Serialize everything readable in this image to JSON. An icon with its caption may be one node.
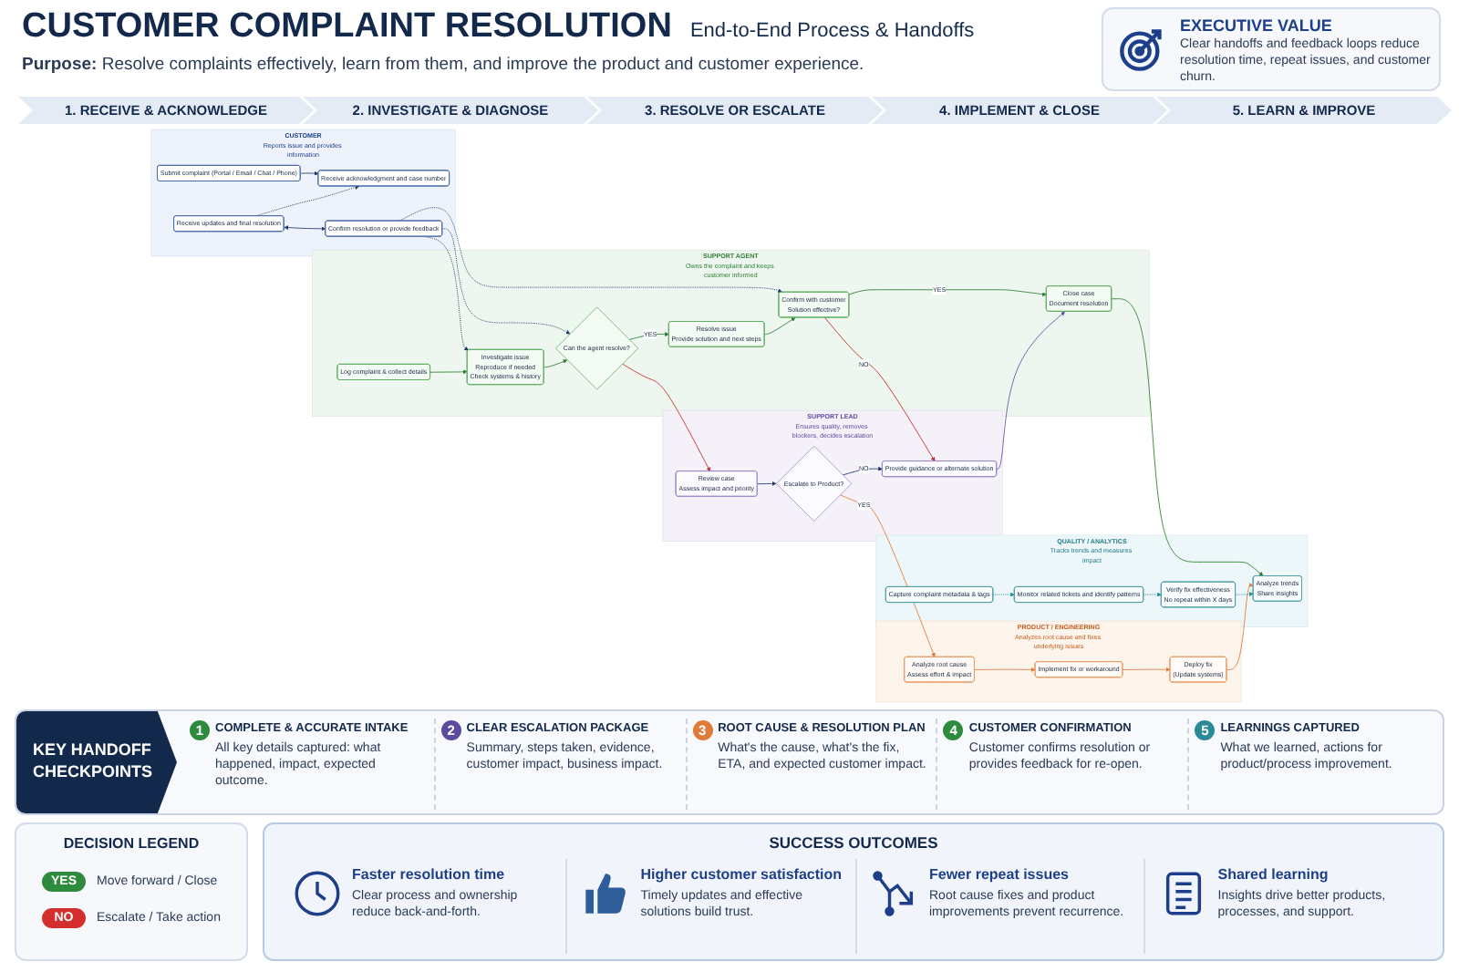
{
  "diagram": {
    "title": "CUSTOMER COMPLAINT RESOLUTION",
    "nodes": [
      {
        "text": [
          "CUSTOMER",
          "Reports issue and provides information"
        ]
      },
      {
        "text": [
          "Submit complaint (Portal / Email / Chat / Phone)"
        ],
        "in": 0
      },
      {
        "text": [
          "Receive acknowledgment and case number"
        ],
        "in": 0
      },
      {
        "text": [
          "Receive updates and final resolution"
        ],
        "in": 0
      },
      {
        "text": [
          "Confirm resolution or provide feedback"
        ],
        "in": 0
      },
      {
        "text": [
          "SUPPORT AGENT",
          "Owns the complaint and keeps customer informed"
        ]
      },
      {
        "text": [
          "Log complaint & collect details"
        ],
        "in": 5
      },
      {
        "text": [
          "Investigate issue",
          "Reproduce if needed",
          "Check systems & history"
        ],
        "in": 5
      },
      {
        "text": [
          "Can the agent resolve?"
        ],
        "in": 5
      },
      {
        "text": [
          "Resolve issue",
          "Provide solution and next steps"
        ],
        "in": 5
      },
      {
        "text": [
          "Confirm with customer",
          "Solution effective?"
        ],
        "in": 5
      },
      {
        "text": [
          "Close case",
          "Document resolution"
        ],
        "in": 5
      },
      {
        "text": [
          "SUPPORT LEAD",
          "Ensures quality, removes blockers, decides escalation"
        ]
      },
      {
        "text": [
          "Review case",
          "Assess impact and priority"
        ],
        "in": 12
      },
      {
        "text": [
          "Escalate to Product?"
        ],
        "in": 12
      },
      {
        "text": [
          "Provide guidance or alternate solution"
        ],
        "in": 12
      },
      {
        "text": [
          "PRODUCT / ENGINEERING",
          "Analyzes root cause and fixes underlying issues"
        ]
      },
      {
        "text": [
          "Analyze root cause",
          "Assess effort & impact"
        ],
        "in": 16
      },
      {
        "text": [
          "Implement fix or workaround"
        ],
        "in": 16
      },
      {
        "text": [
          "Deploy fix",
          "(Update systems)"
        ],
        "in": 16
      },
      {
        "text": [
          "QUALITY / ANALYTICS",
          "Tracks trends and measures impact"
        ]
      },
      {
        "text": [
          "Capture complaint metadata & tags"
        ],
        "in": 20
      },
      {
        "text": [
          "Monitor related tickets and identify patterns"
        ],
        "in": 20
      },
      {
        "text": [
          "Verify fix effectiveness",
          "No repeat within X days"
        ],
        "in": 20
      },
      {
        "text": [
          "Analyze trends",
          "Share insights"
        ],
        "in": 20
      }
    ],
    "edges": [
      {
        "from": 1,
        "to": 2,
        "arrow": "to"
      },
      {
        "from": 3,
        "to": 2,
        "arrow": "to",
        "style": "dashed"
      },
      {
        "from": 3,
        "to": 4,
        "arrow": "both"
      },
      {
        "from": 4,
        "to": 10,
        "arrow": "to",
        "style": "dashed"
      },
      {
        "from": 4,
        "to": 8,
        "arrow": "to",
        "style": "dashed"
      },
      {
        "from": 4,
        "to": 7,
        "arrow": "to",
        "style": "dashed"
      },
      {
        "from": 6,
        "to": 7,
        "arrow": "to",
        "color": "#2e7d32"
      },
      {
        "from": 7,
        "to": 8,
        "arrow": "to",
        "color": "#2e7d32"
      },
      {
        "from": 8,
        "to": 9,
        "arrow": "to",
        "label": "YES",
        "color": "#2e7d32"
      },
      {
        "from": 8,
        "to": 13,
        "arrow": "to",
        "color": "#c62828"
      },
      {
        "from": 9,
        "to": 10,
        "arrow": "to",
        "color": "#2e7d32"
      },
      {
        "from": 10,
        "to": 11,
        "arrow": "to",
        "label": "YES",
        "color": "#2e7d32"
      },
      {
        "from": 10,
        "to": 15,
        "arrow": "to",
        "label": "NO",
        "color": "#c62828"
      },
      {
        "from": 13,
        "to": 14,
        "arrow": "to"
      },
      {
        "from": 14,
        "to": 15,
        "arrow": "to",
        "label": "NO"
      },
      {
        "from": 14,
        "to": 17,
        "arrow": "to",
        "label": "YES",
        "color": "#e07b39"
      },
      {
        "from": 15,
        "to": 11,
        "arrow": "to",
        "color": "#6a4fa3"
      },
      {
        "from": 17,
        "to": 18,
        "arrow": "to",
        "color": "#e07b39"
      },
      {
        "from": 18,
        "to": 19,
        "arrow": "to",
        "color": "#e07b39"
      },
      {
        "from": 11,
        "to": 24,
        "arrow": "to",
        "color": "#2e7d32"
      },
      {
        "from": 19,
        "to": 24,
        "arrow": "to",
        "color": "#e07b39"
      },
      {
        "from": 21,
        "to": 22,
        "arrow": "to",
        "style": "dashed",
        "color": "#2a8a96"
      },
      {
        "from": 22,
        "to": 23,
        "arrow": "to",
        "style": "dashed",
        "color": "#2a8a96"
      },
      {
        "from": 23,
        "to": 24,
        "arrow": "to",
        "style": "dashed",
        "color": "#2a8a96"
      }
    ],
    "labels": [
      "End-to-End Process & Handoffs",
      "**Purpose:** Resolve complaints effectively, learn from them, and improve the product and customer experience.",
      "EXECUTIVE VALUE",
      "Clear handoffs and feedback loops reduce resolution time, repeat issues, and customer churn.",
      "1. RECEIVE & ACKNOWLEDGE",
      "2. INVESTIGATE & DIAGNOSE",
      "3. RESOLVE OR ESCALATE",
      "4. IMPLEMENT & CLOSE",
      "5. LEARN & IMPROVE",
      "KEY HANDOFF CHECKPOINTS",
      "1",
      "COMPLETE & ACCURATE INTAKE",
      "All key details captured: what happened, impact, expected outcome.",
      "2",
      "CLEAR ESCALATION PACKAGE",
      "Summary, steps taken, evidence, customer impact, business impact.",
      "3",
      "ROOT CAUSE & RESOLUTION PLAN",
      "What's the cause, what's the fix, ETA, and expected customer impact.",
      "4",
      "CUSTOMER CONFIRMATION",
      "Customer confirms resolution or provides feedback for re-open.",
      "5",
      "LEARNINGS CAPTURED",
      "What we learned, actions for product/process improvement.",
      "DECISION LEGEND",
      "YES",
      "NO",
      "SUCCESS OUTCOMES",
      "Faster resolution time",
      "Clear process and ownership reduce back-and-forth.",
      "Higher customer satisfaction",
      "Timely updates and effective solutions build trust.",
      "Fewer repeat issues",
      "Root cause fixes and product improvements prevent recurrence.",
      "Shared learning",
      "Insights drive better products, processes, and support."
    ],
    "legend": [
      {
        "text": "Move forward / Close",
        "color": "#2e8b3e"
      },
      {
        "text": "Escalate / Take action",
        "color": "#d32f2f"
      }
    ]
  }
}
